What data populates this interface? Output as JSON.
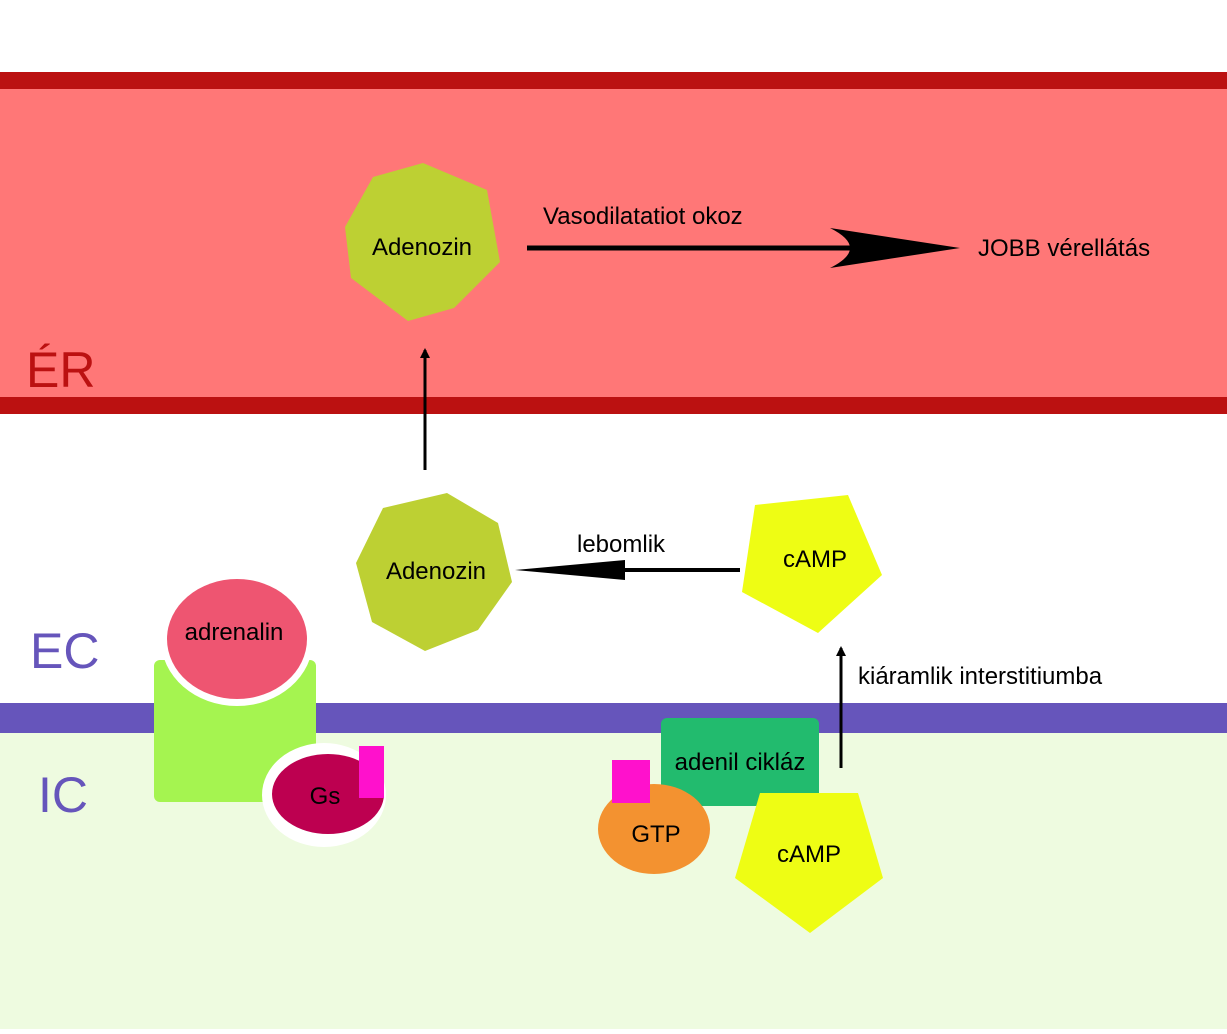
{
  "compartments": {
    "vessel": "ÉR",
    "extracellular": "EC",
    "intracellular": "IC"
  },
  "molecules": {
    "adenosine_vessel": "Adenozin",
    "adenosine_ec": "Adenozin",
    "camp_ec": "cAMP",
    "camp_ic": "cAMP",
    "adrenaline": "adrenalin",
    "gs": "Gs",
    "adenylyl_cyclase": "adenil cikláz",
    "gtp": "GTP"
  },
  "arrows": {
    "vasodilation": "Vasodilatatiot okoz",
    "better_supply": "JOBB vérellátás",
    "degrades": "lebomlik",
    "efflux": "kiáramlik interstitiumba"
  },
  "colors": {
    "vessel_fill": "#ff7777",
    "vessel_wall": "#bb1111",
    "membrane": "#6655bb",
    "intracellular_bg": "#eefbe0",
    "adenosine": "#bdd033",
    "camp": "#eefd14",
    "adrenaline": "#ee5571",
    "receptor": "#a5f450",
    "gs": "#bd0050",
    "phosphate": "#ff11cc",
    "adenylyl_cyclase": "#22bb6e",
    "gtp": "#f39230"
  }
}
